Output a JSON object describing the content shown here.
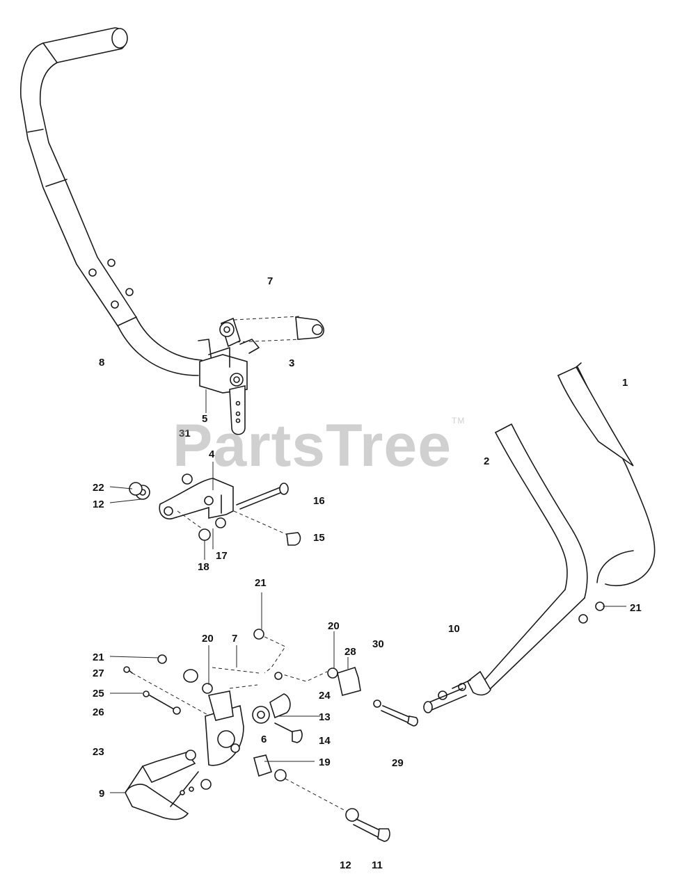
{
  "watermark": {
    "brand": "PartsTree",
    "mark": "TM"
  },
  "callouts": [
    {
      "id": "c7a",
      "label": "7"
    },
    {
      "id": "c8",
      "label": "8"
    },
    {
      "id": "c3",
      "label": "3"
    },
    {
      "id": "c1",
      "label": "1"
    },
    {
      "id": "c5",
      "label": "5"
    },
    {
      "id": "c31",
      "label": "31"
    },
    {
      "id": "c2",
      "label": "2"
    },
    {
      "id": "c4",
      "label": "4"
    },
    {
      "id": "c22",
      "label": "22"
    },
    {
      "id": "c12a",
      "label": "12"
    },
    {
      "id": "c16",
      "label": "16"
    },
    {
      "id": "c15",
      "label": "15"
    },
    {
      "id": "c17",
      "label": "17"
    },
    {
      "id": "c18",
      "label": "18"
    },
    {
      "id": "c21a",
      "label": "21"
    },
    {
      "id": "c21b",
      "label": "21"
    },
    {
      "id": "c10",
      "label": "10"
    },
    {
      "id": "c20a",
      "label": "20"
    },
    {
      "id": "c7b",
      "label": "7"
    },
    {
      "id": "c20b",
      "label": "20"
    },
    {
      "id": "c30",
      "label": "30"
    },
    {
      "id": "c28",
      "label": "28"
    },
    {
      "id": "c21c",
      "label": "21"
    },
    {
      "id": "c27",
      "label": "27"
    },
    {
      "id": "c25",
      "label": "25"
    },
    {
      "id": "c24",
      "label": "24"
    },
    {
      "id": "c26",
      "label": "26"
    },
    {
      "id": "c13",
      "label": "13"
    },
    {
      "id": "c6",
      "label": "6"
    },
    {
      "id": "c14",
      "label": "14"
    },
    {
      "id": "c23",
      "label": "23"
    },
    {
      "id": "c19",
      "label": "19"
    },
    {
      "id": "c29",
      "label": "29"
    },
    {
      "id": "c9",
      "label": "9"
    },
    {
      "id": "c12b",
      "label": "12"
    },
    {
      "id": "c11",
      "label": "11"
    }
  ]
}
